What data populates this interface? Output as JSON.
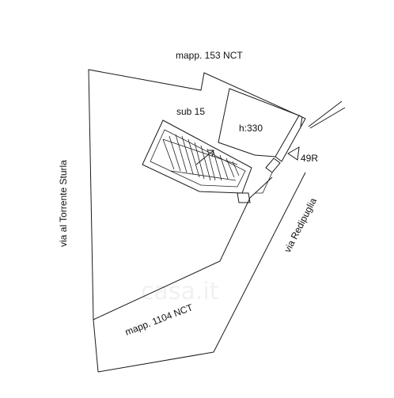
{
  "labels": {
    "mapp_153": "mapp. 153 NCT",
    "sub": "sub 15",
    "height": "h:330",
    "civic_number": "49R",
    "street_left": "via al Torrente Sturla",
    "street_right": "via Redipuglia",
    "mapp_1104": "mapp. 1104 NCT"
  },
  "watermark": {
    "text": "casa.it"
  },
  "colors": {
    "line": "#1a1a1a",
    "background": "#ffffff"
  }
}
